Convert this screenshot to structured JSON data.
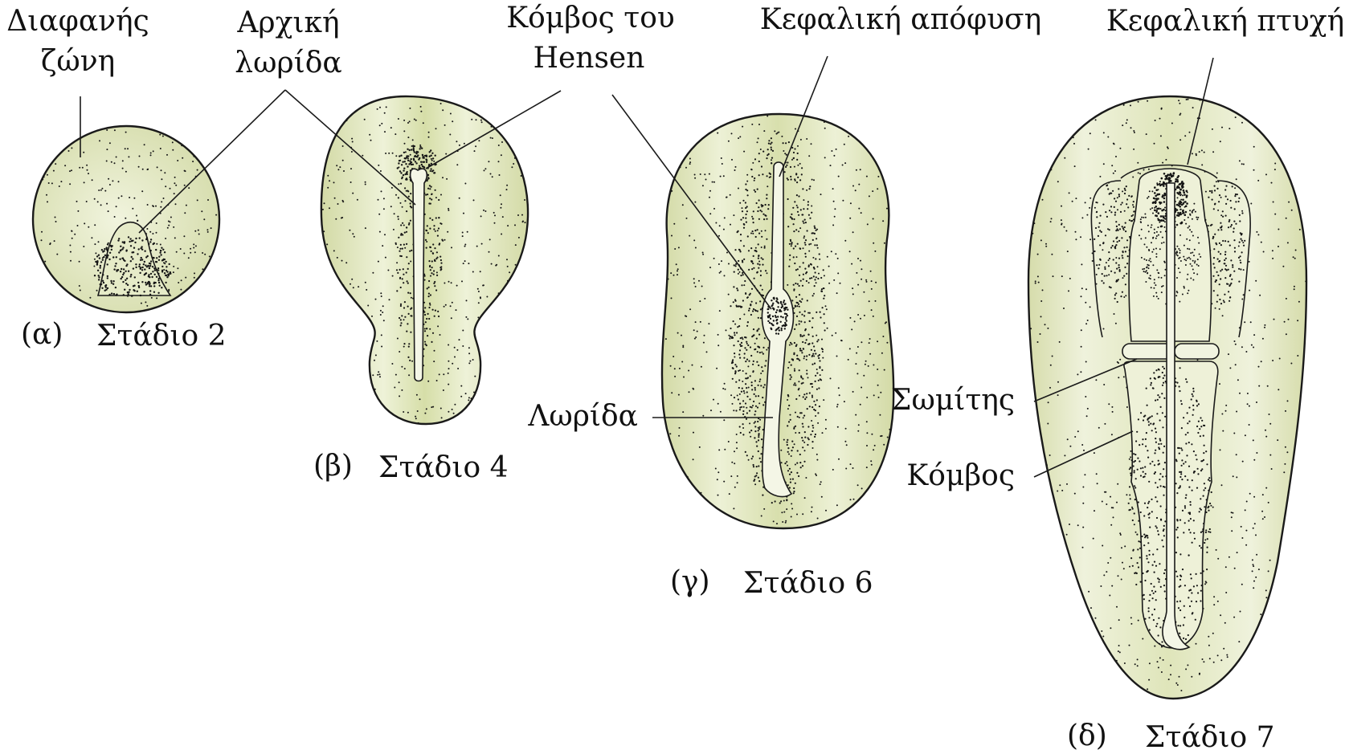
{
  "colors": {
    "embryo_fill": "#e2e8bf",
    "embryo_light": "#f3f5e3",
    "embryo_dark": "#cdd6a0",
    "stipple": "#151515",
    "line": "#1a1a1a"
  },
  "labels": {
    "transparent_zone": [
      "Διαφανής",
      "ζώνη"
    ],
    "primitive_streak": [
      "Αρχική",
      "λωρίδα"
    ],
    "hensen_node": [
      "Κόμβος του",
      "Hensen"
    ],
    "head_process": "Κεφαλική απόφυση",
    "head_fold": "Κεφαλική πτυχή",
    "streak": "Λωρίδα",
    "somite": "Σωμίτης",
    "node": "Κόμβος"
  },
  "panels": [
    {
      "letter": "(α)",
      "stage": "Στάδιο 2"
    },
    {
      "letter": "(β)",
      "stage": "Στάδιο 4"
    },
    {
      "letter": "(γ)",
      "stage": "Στάδιο 6"
    },
    {
      "letter": "(δ)",
      "stage": "Στάδιο 7"
    }
  ]
}
